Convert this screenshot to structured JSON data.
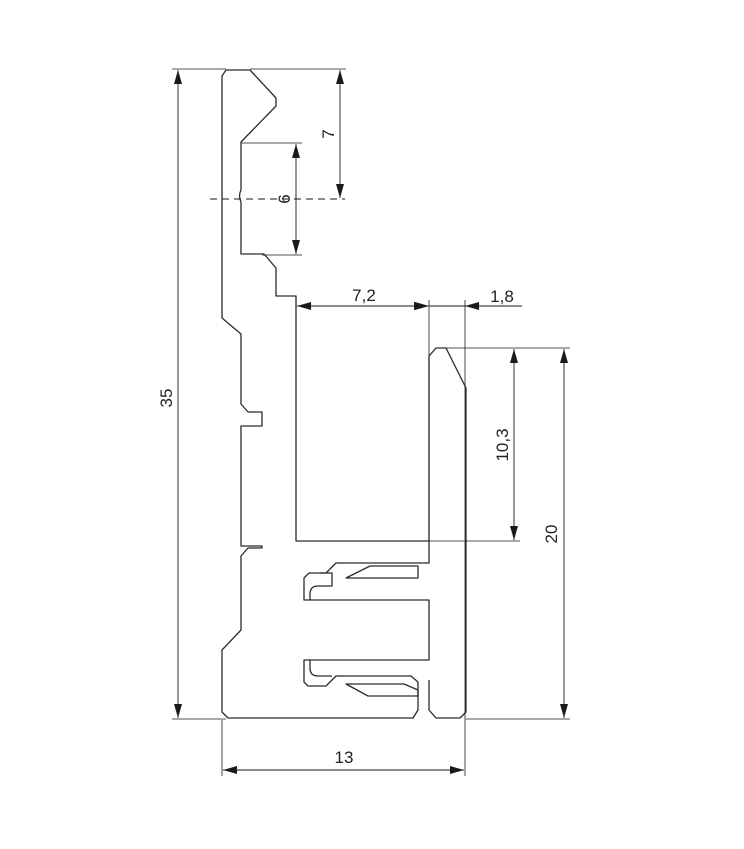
{
  "colors": {
    "background": "#ffffff",
    "line": "#1a1a1a",
    "profile_outline": "#2b2b2b"
  },
  "dimensions": {
    "overall_height": "35",
    "top_slot_offset": "7",
    "slot_width": "6",
    "pocket_width": "7,2",
    "wall_thickness": "1,8",
    "lip_height": "10,3",
    "lower_height": "20",
    "overall_width": "13"
  }
}
